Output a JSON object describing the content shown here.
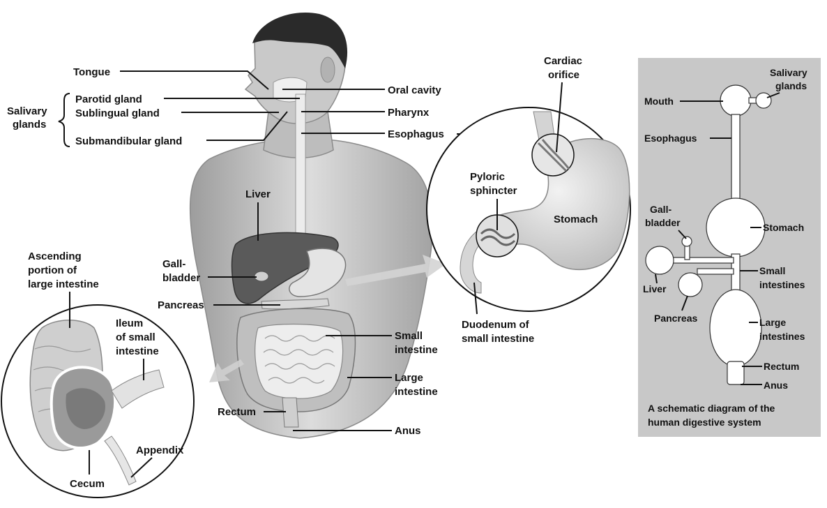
{
  "main_labels": {
    "tongue": "Tongue",
    "parotid": "Parotid gland",
    "sublingual": "Sublingual gland",
    "submandibular": "Submandibular gland",
    "salivary_1": "Salivary",
    "salivary_2": "glands",
    "oral_cavity": "Oral cavity",
    "pharynx": "Pharynx",
    "esophagus": "Esophagus",
    "liver": "Liver",
    "gall_1": "Gall-",
    "gall_2": "bladder",
    "pancreas": "Pancreas",
    "small_int_1": "Small",
    "small_int_2": "intestine",
    "large_int_1": "Large",
    "large_int_2": "intestine",
    "rectum": "Rectum",
    "anus": "Anus"
  },
  "stomach_inset": {
    "cardiac_1": "Cardiac",
    "cardiac_2": "orifice",
    "pyloric_1": "Pyloric",
    "pyloric_2": "sphincter",
    "stomach": "Stomach",
    "duodenum_1": "Duodenum of",
    "duodenum_2": "small intestine"
  },
  "intestine_inset": {
    "ascending_1": "Ascending",
    "ascending_2": "portion of",
    "ascending_3": "large intestine",
    "ileum_1": "Ileum",
    "ileum_2": "of small",
    "ileum_3": "intestine",
    "appendix": "Appendix",
    "cecum": "Cecum"
  },
  "schematic": {
    "salivary_1": "Salivary",
    "salivary_2": "glands",
    "mouth": "Mouth",
    "esophagus": "Esophagus",
    "gall_1": "Gall-",
    "gall_2": "bladder",
    "stomach": "Stomach",
    "liver": "Liver",
    "small_1": "Small",
    "small_2": "intestines",
    "pancreas": "Pancreas",
    "large_1": "Large",
    "large_2": "intestines",
    "rectum": "Rectum",
    "anus": "Anus",
    "caption_1": "A schematic diagram of the",
    "caption_2": "human digestive system"
  },
  "colors": {
    "panel_bg": "#c8c8c8",
    "organ_fill": "#ffffff",
    "skin": "#d6d6d6",
    "hair": "#2a2a2a",
    "liver": "#5a5a5a"
  }
}
